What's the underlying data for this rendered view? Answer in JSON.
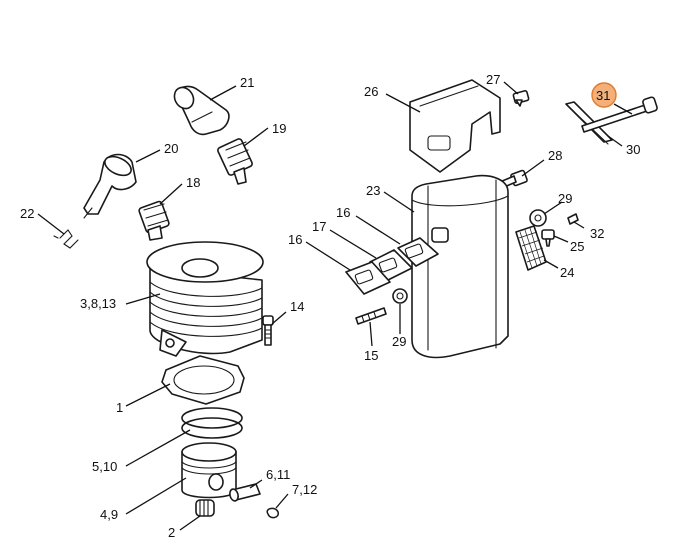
{
  "diagram": {
    "highlight_color": "#f3b07a",
    "callouts": [
      {
        "id": "c1",
        "text": "1"
      },
      {
        "id": "c2",
        "text": "2"
      },
      {
        "id": "c3",
        "text": "3,8,13"
      },
      {
        "id": "c4",
        "text": "4,9"
      },
      {
        "id": "c5",
        "text": "5,10"
      },
      {
        "id": "c6",
        "text": "6,11"
      },
      {
        "id": "c7",
        "text": "7,12"
      },
      {
        "id": "c14",
        "text": "14"
      },
      {
        "id": "c15",
        "text": "15"
      },
      {
        "id": "c16a",
        "text": "16"
      },
      {
        "id": "c16b",
        "text": "16"
      },
      {
        "id": "c17",
        "text": "17"
      },
      {
        "id": "c18",
        "text": "18"
      },
      {
        "id": "c19",
        "text": "19"
      },
      {
        "id": "c20",
        "text": "20"
      },
      {
        "id": "c21",
        "text": "21"
      },
      {
        "id": "c22",
        "text": "22"
      },
      {
        "id": "c23",
        "text": "23"
      },
      {
        "id": "c24",
        "text": "24"
      },
      {
        "id": "c25",
        "text": "25"
      },
      {
        "id": "c26",
        "text": "26"
      },
      {
        "id": "c27",
        "text": "27"
      },
      {
        "id": "c28",
        "text": "28"
      },
      {
        "id": "c29a",
        "text": "29"
      },
      {
        "id": "c29b",
        "text": "29"
      },
      {
        "id": "c30",
        "text": "30"
      },
      {
        "id": "c31",
        "text": "31",
        "highlighted": true
      },
      {
        "id": "c32",
        "text": "32"
      }
    ]
  }
}
